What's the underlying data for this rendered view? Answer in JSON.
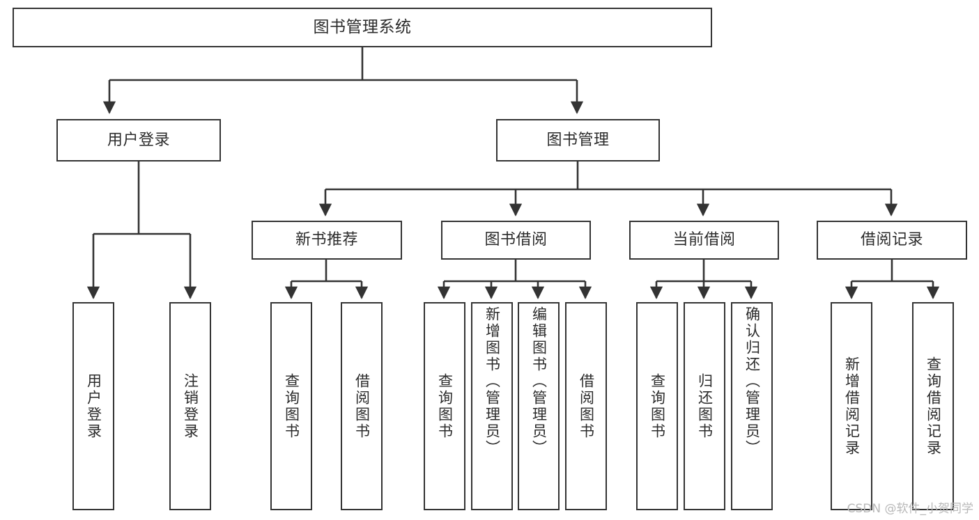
{
  "diagram": {
    "title": "图书管理系统",
    "type": "tree-hierarchy",
    "stroke_color": "#333333",
    "fill_color": "#ffffff",
    "text_color": "#2b2b2b",
    "watermark": "CSDN @软件_小贺同学"
  },
  "nodes": {
    "root": {
      "label": "图书管理系统"
    },
    "level2": [
      {
        "label": "用户登录"
      },
      {
        "label": "图书管理"
      }
    ],
    "level3": [
      {
        "label": "新书推荐"
      },
      {
        "label": "图书借阅"
      },
      {
        "label": "当前借阅"
      },
      {
        "label": "借阅记录"
      }
    ],
    "leaves": {
      "user_login": [
        {
          "label": "用户登录"
        },
        {
          "label": "注销登录"
        }
      ],
      "new_book_recommend": [
        {
          "label": "查询图书"
        },
        {
          "label": "借阅图书"
        }
      ],
      "book_borrow": [
        {
          "label": "查询图书"
        },
        {
          "label": "新增图书（管理员）"
        },
        {
          "label": "编辑图书（管理员）"
        },
        {
          "label": "借阅图书"
        }
      ],
      "current_borrow": [
        {
          "label": "查询图书"
        },
        {
          "label": "归还图书"
        },
        {
          "label": "确认归还（管理员）"
        }
      ],
      "borrow_records": [
        {
          "label": "新增借阅记录"
        },
        {
          "label": "查询借阅记录"
        }
      ]
    }
  }
}
